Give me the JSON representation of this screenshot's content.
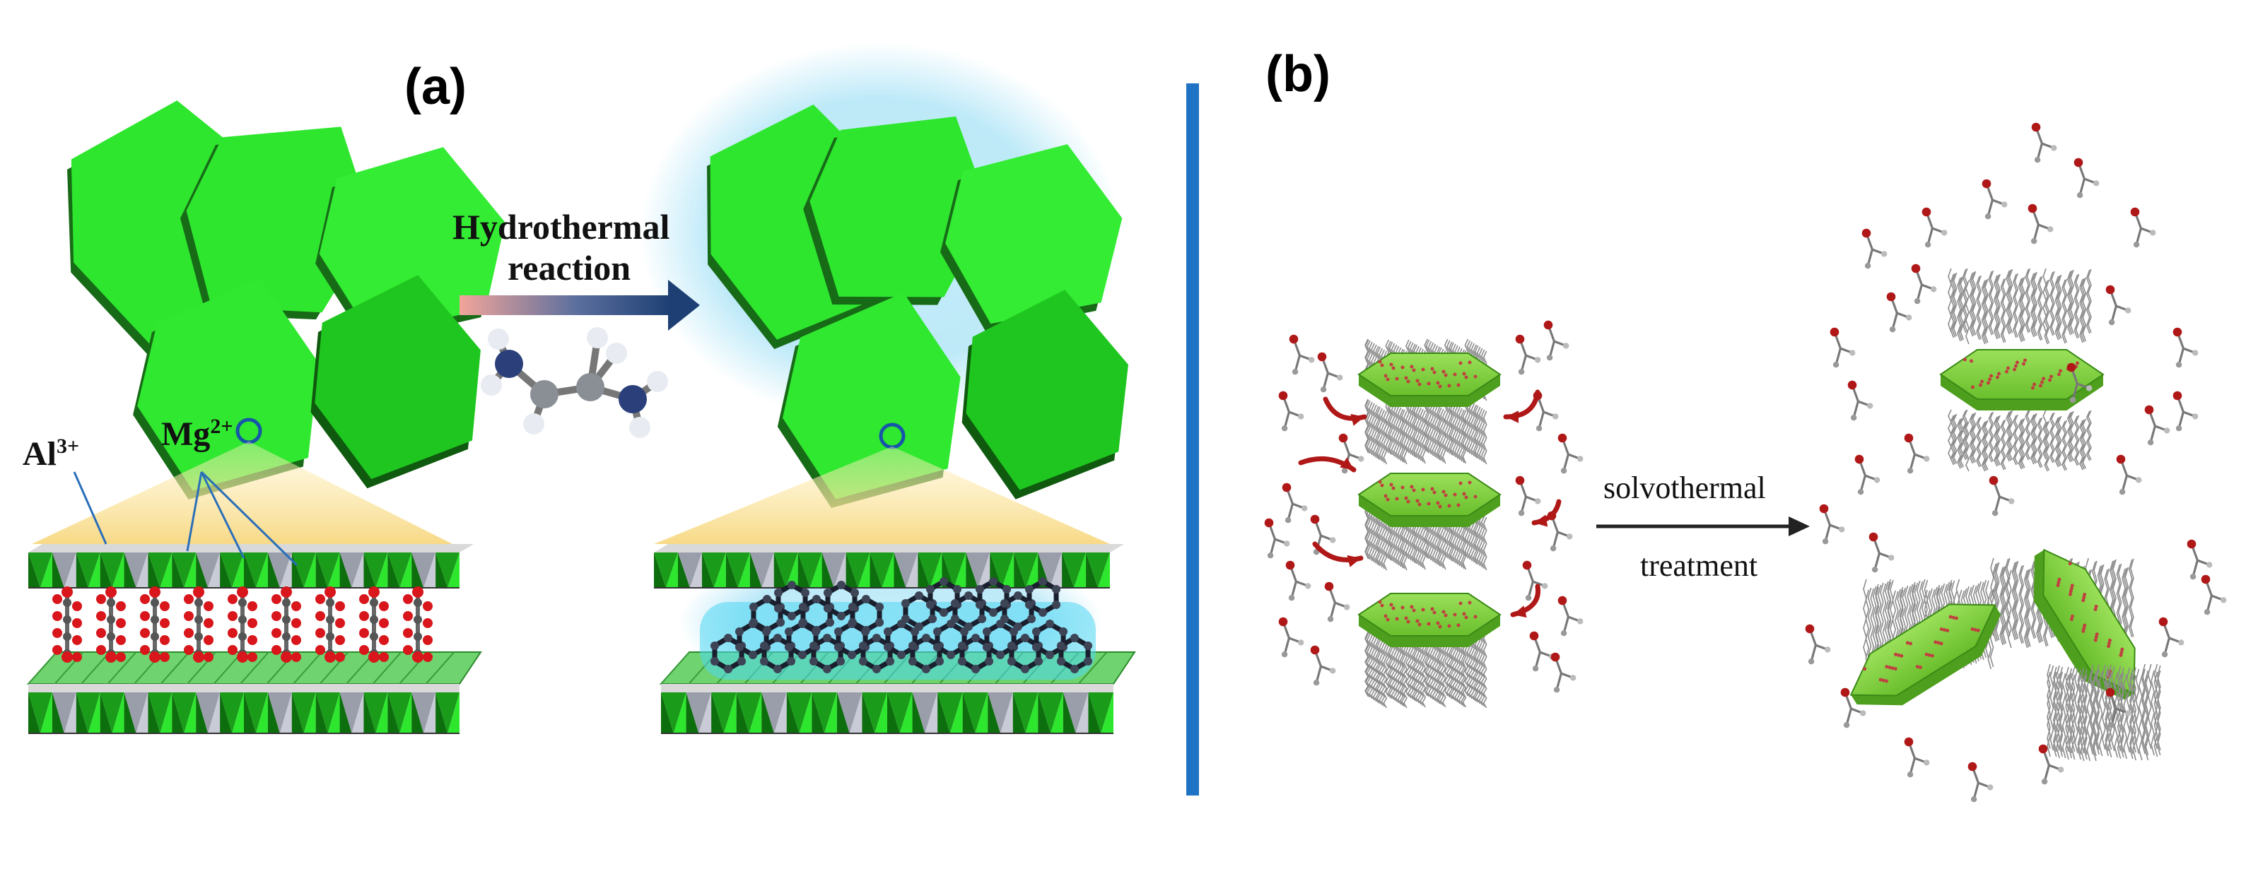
{
  "panel_a": {
    "label": "(a)",
    "arrow_label_line1": "Hydrothermal",
    "arrow_label_line2": "reaction",
    "ion_al": "Al",
    "ion_al_sup": "3+",
    "ion_mg": "Mg",
    "ion_mg_sup": "2+"
  },
  "panel_b": {
    "label": "(b)",
    "arrow_label_line1": "solvothermal",
    "arrow_label_line2": "treatment"
  },
  "colors": {
    "platelet_green": "#2ee62e",
    "platelet_dark": "#1a8f1a",
    "divider_blue": "#1f73c4",
    "glow_cyan": "#8fd8f2",
    "arrow_navy": "#1d3f73",
    "solvent_red": "#b01818",
    "sheet_green": "#7ecf3a"
  }
}
